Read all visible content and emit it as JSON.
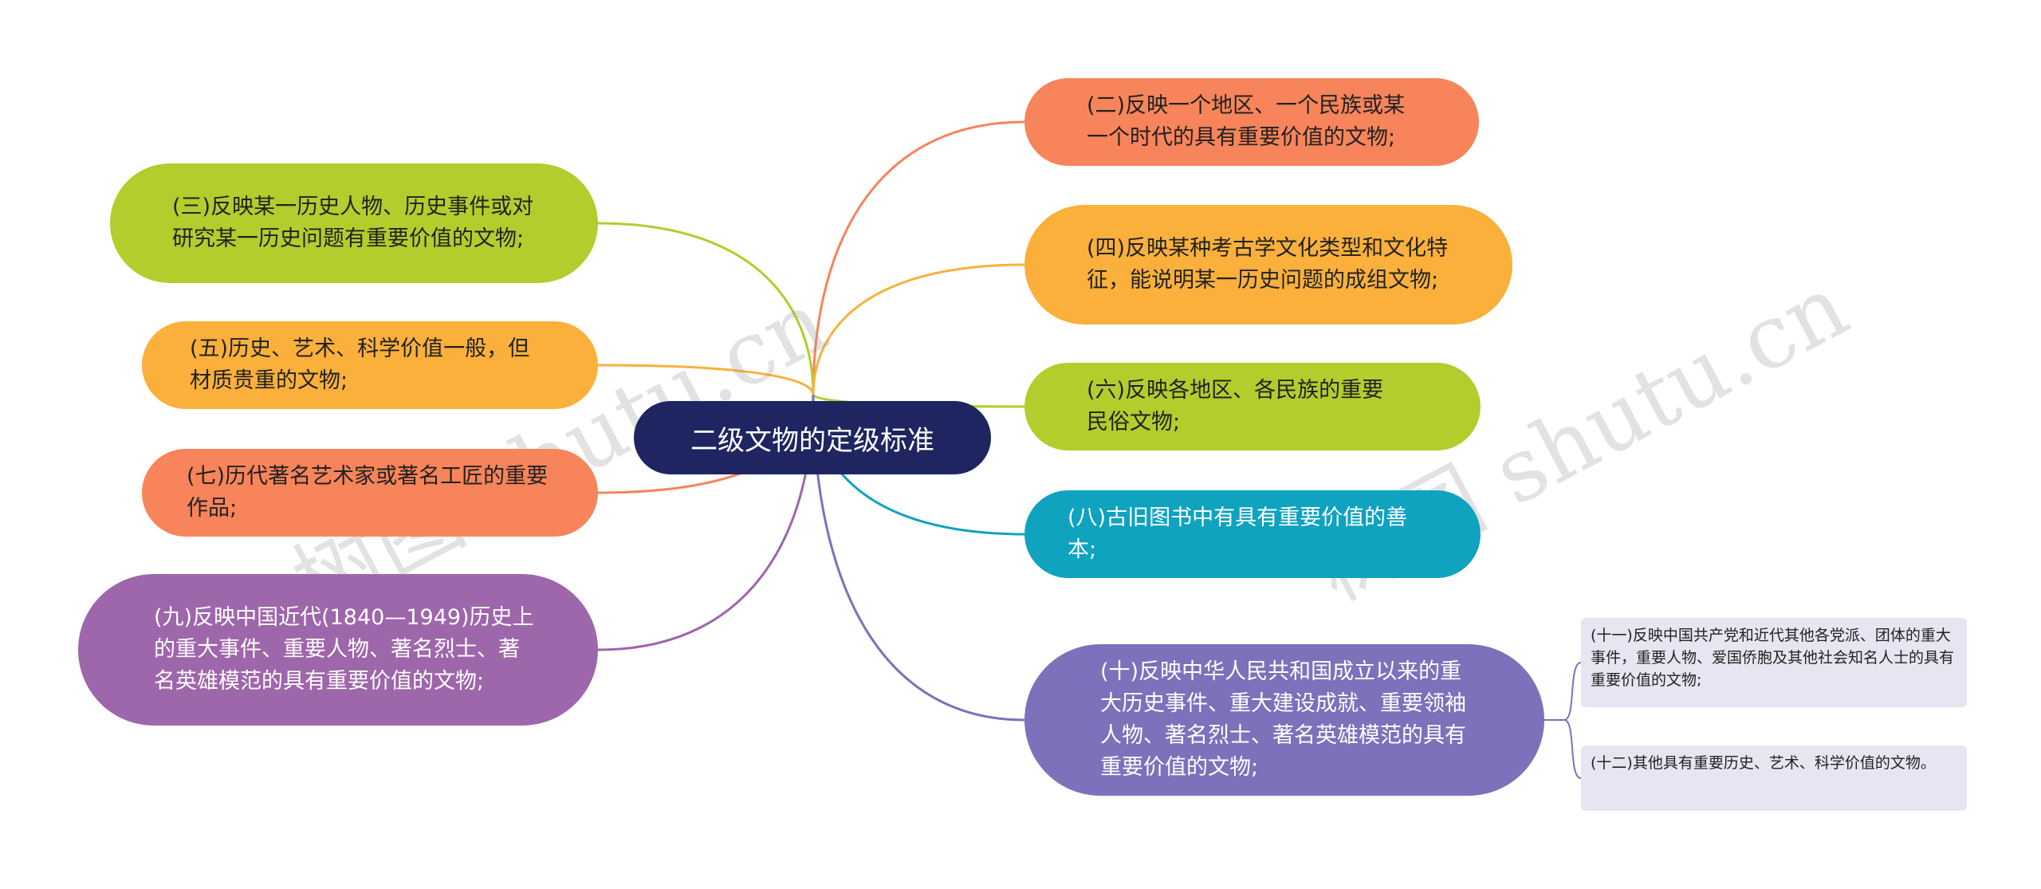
{
  "root": {
    "text": "二级文物的定级标准",
    "color": "#1e2560"
  },
  "branches": [
    {
      "id": "b2",
      "text": "(二)反映一个地区、一个民族或某一个时代的具有重要价值的文物;",
      "color": "#f7845a"
    },
    {
      "id": "b3",
      "text": "(三)反映某一历史人物、历史事件或对研究某一历史问题有重要价值的文物;",
      "color": "#b4cc2c"
    },
    {
      "id": "b4",
      "text": "(四)反映某种考古学文化类型和文化特征，能说明某一历史问题的成组文物;",
      "color": "#fbb03b"
    },
    {
      "id": "b5",
      "text": "(五)历史、艺术、科学价值一般，但材质贵重的文物;",
      "color": "#fbb03b"
    },
    {
      "id": "b6",
      "text": "(六)反映各地区、各民族的重要民俗文物;",
      "color": "#b4cc2c"
    },
    {
      "id": "b7",
      "text": "(七)历代著名艺术家或著名工匠的重要作品;",
      "color": "#f7845a"
    },
    {
      "id": "b8",
      "text": "(八)古旧图书中有具有重要价值的善本;",
      "color": "#0fa3c0"
    },
    {
      "id": "b9",
      "text": "(九)反映中国近代(1840—1949)历史上的重大事件、重要人物、著名烈士、著名英雄模范的具有重要价值的文物;",
      "color": "#9e66ab"
    },
    {
      "id": "b10",
      "text": "(十)反映中华人民共和国成立以来的重大历史事件、重大建设成就、重要领袖人物、著名烈士、著名英雄模范的具有重要价值的文物;",
      "color": "#7b72bb"
    }
  ],
  "leaves": [
    {
      "id": "l11",
      "text": "(十一)反映中国共产党和近代其他各党派、团体的重大事件，重要人物、爱国侨胞及其他社会知名人士的具有重要价值的文物;"
    },
    {
      "id": "l12",
      "text": "(十二)其他具有重要历史、艺术、科学价值的文物。"
    }
  ],
  "watermark": "树图 shutu.cn"
}
